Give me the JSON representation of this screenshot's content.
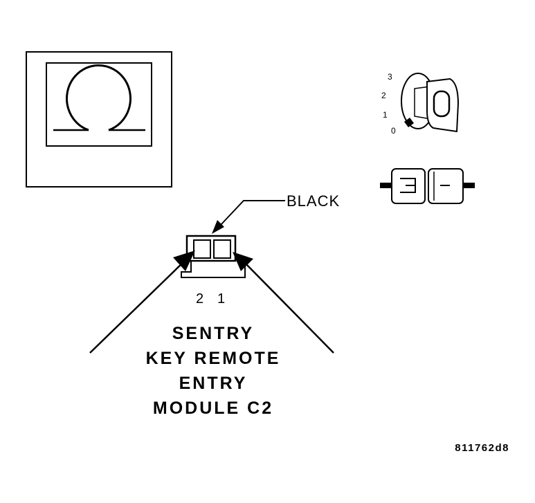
{
  "meter": {
    "icon": "ohm-icon"
  },
  "key_switch": {
    "positions": [
      "3",
      "2",
      "1",
      "0"
    ],
    "key_label": "O",
    "icon": "ignition-key-icon"
  },
  "connector_icon": "inline-connector-icon",
  "connector": {
    "color_callout": "BLACK",
    "pins": [
      "2",
      "1"
    ]
  },
  "title": {
    "lines": [
      "SENTRY",
      "KEY REMOTE",
      "ENTRY",
      "MODULE C2"
    ]
  },
  "figure_code": "811762d8"
}
